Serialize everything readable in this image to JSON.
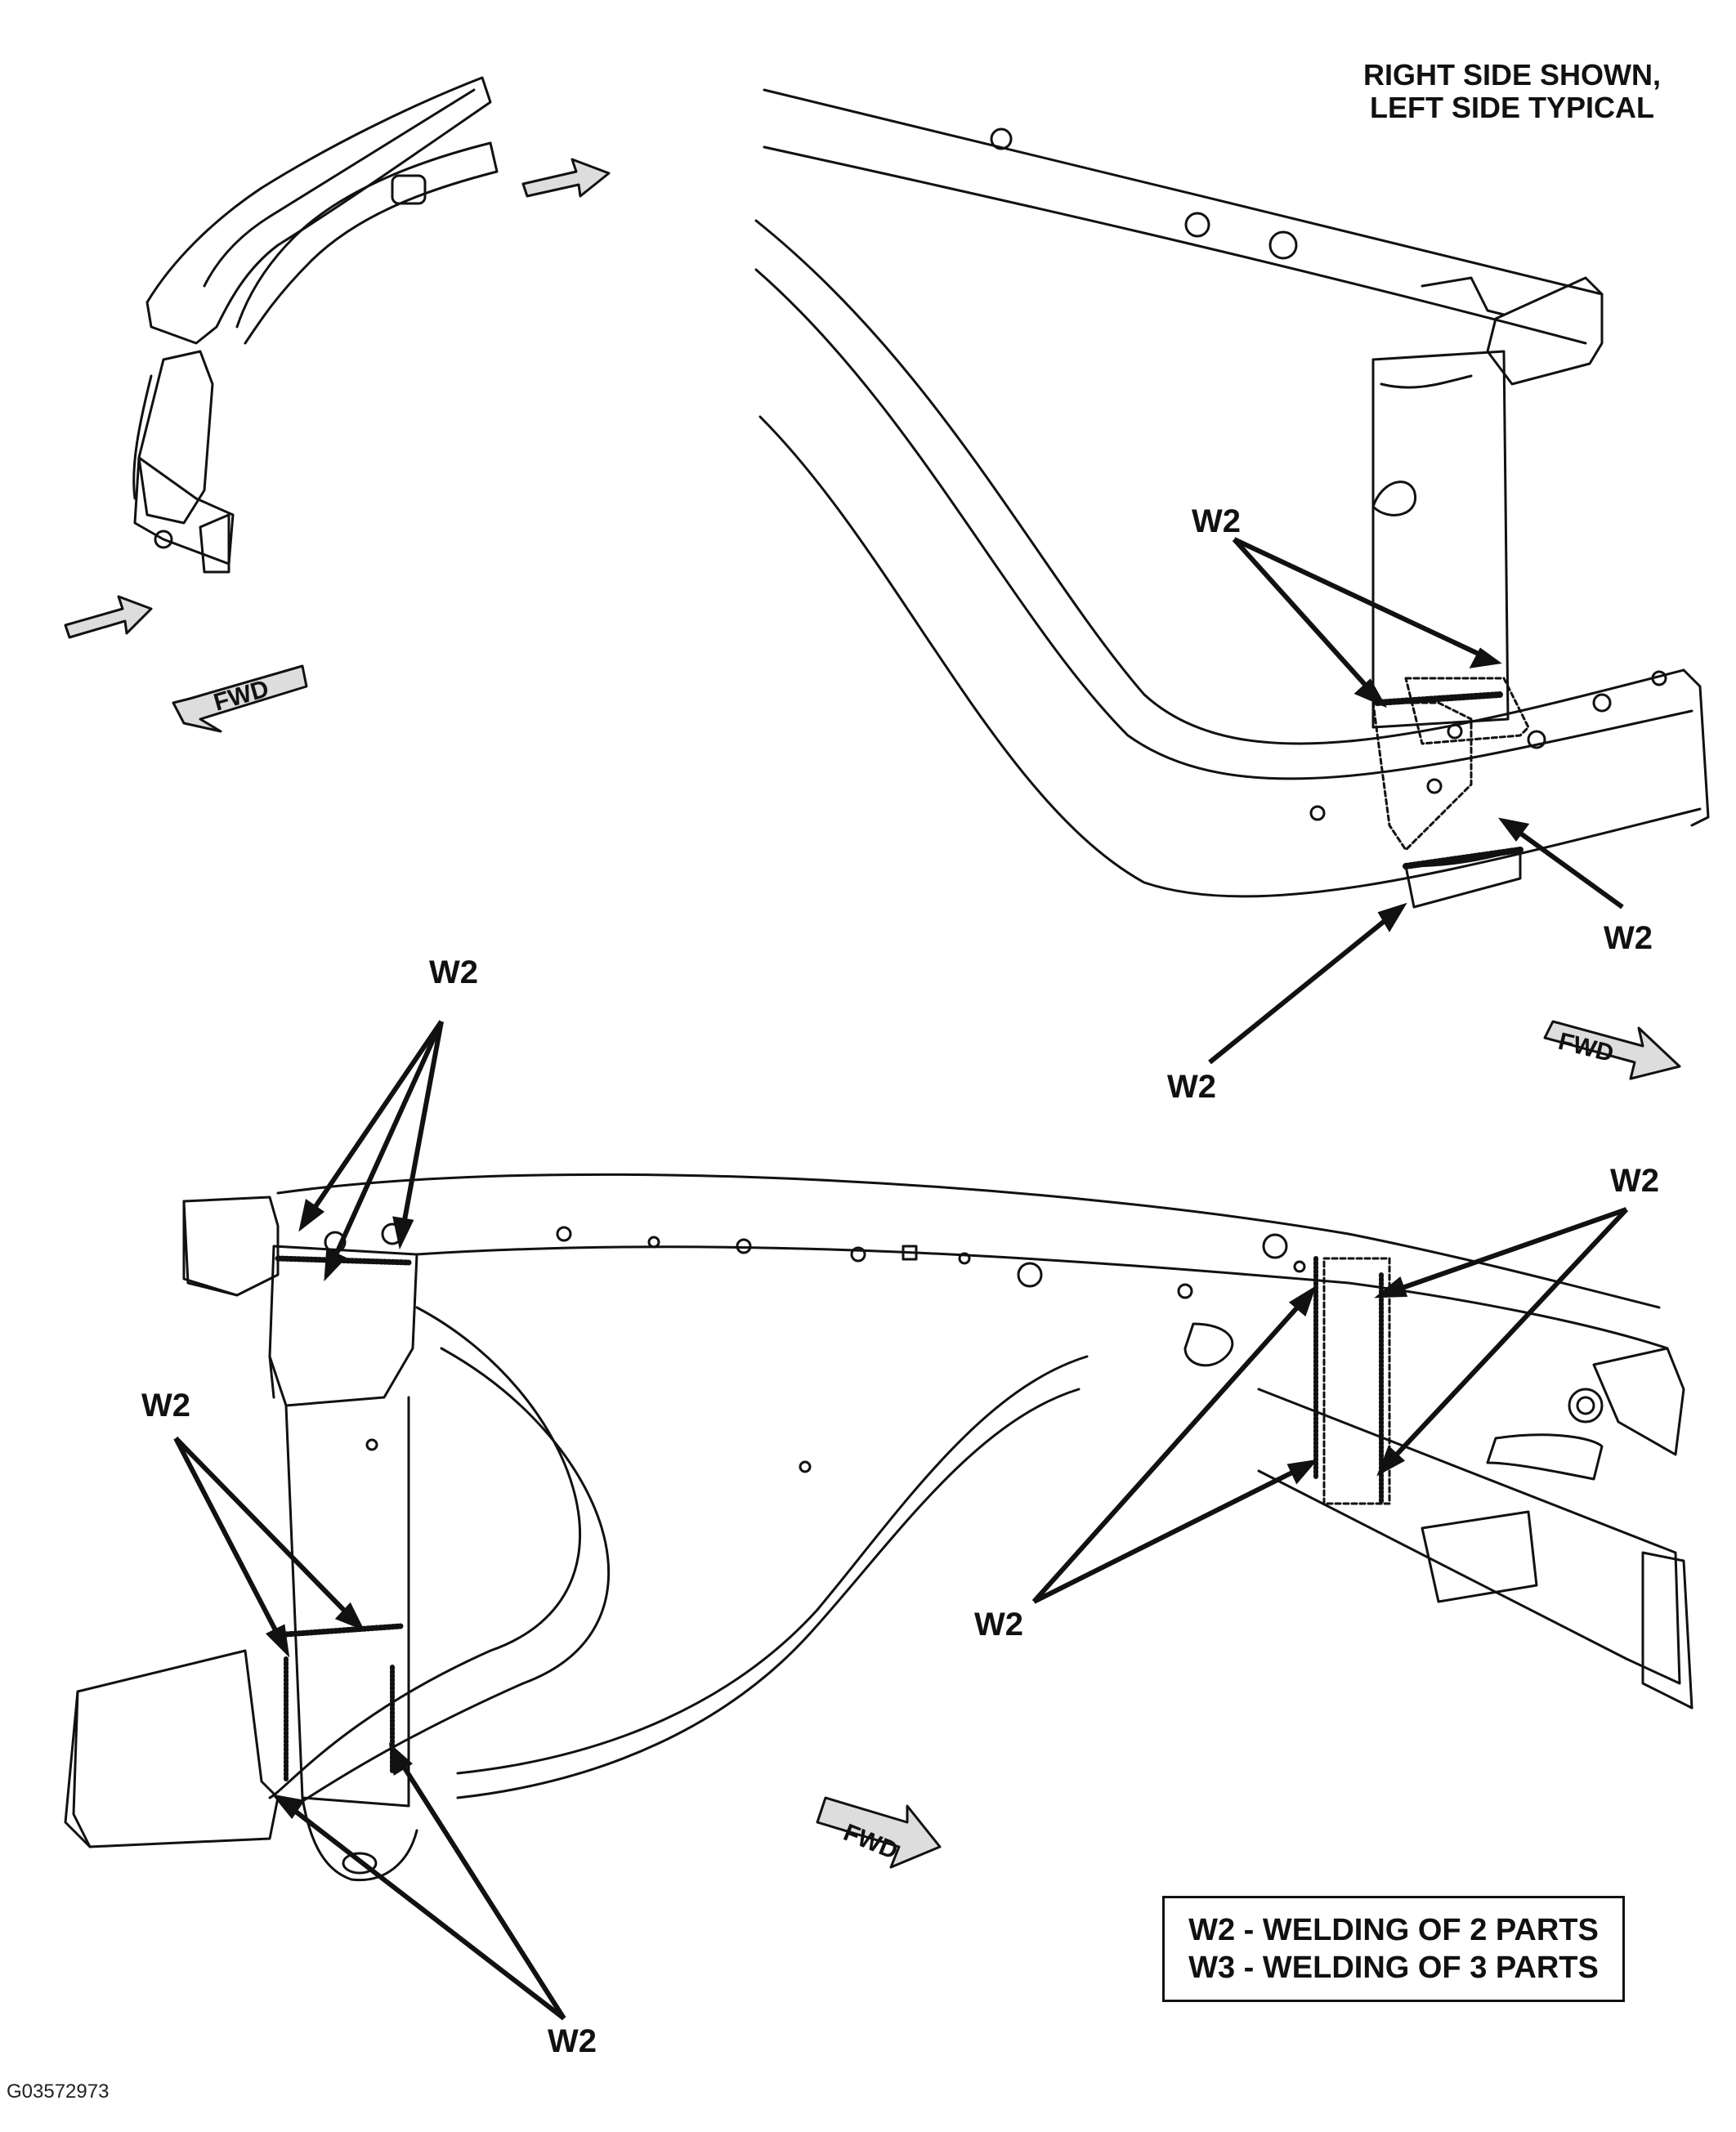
{
  "header_note": {
    "line1": "RIGHT SIDE SHOWN,",
    "line2": "LEFT SIDE TYPICAL"
  },
  "weld_label": "W2",
  "direction_label": "FWD",
  "legend": {
    "line1": "W2 - WELDING OF 2 PARTS",
    "line2": "W3 - WELDING OF 3 PARTS"
  },
  "figure_id": "G03572973",
  "colors": {
    "line": "#111111",
    "background": "#ffffff",
    "arrow_fill": "#dddddd"
  }
}
